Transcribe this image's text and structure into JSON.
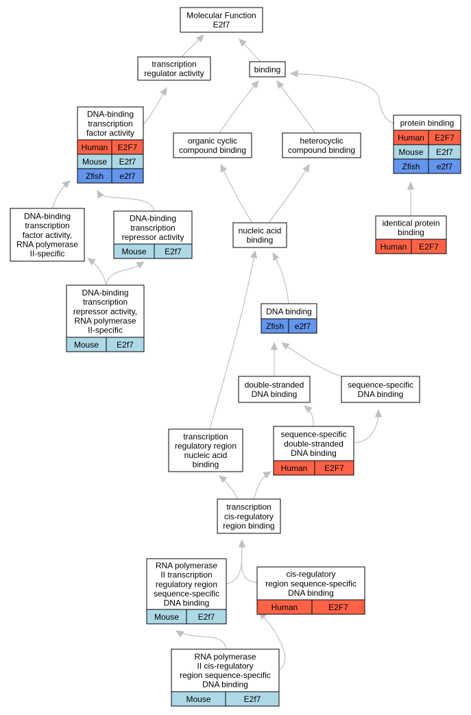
{
  "colors": {
    "human": "#ff6347",
    "mouse": "#add8e6",
    "zfish": "#6495ed",
    "edge": "#c0c0c0",
    "node_border": "#000000",
    "node_fill": "#ffffff"
  },
  "nodes": [
    {
      "id": "mf",
      "lines": [
        "Molecular Function",
        "E2f7"
      ],
      "rows": []
    },
    {
      "id": "trreg",
      "lines": [
        "transcription",
        "regulator activity"
      ],
      "rows": []
    },
    {
      "id": "binding",
      "lines": [
        "binding"
      ],
      "rows": []
    },
    {
      "id": "dbtfa",
      "lines": [
        "DNA-binding",
        "transcription",
        "factor activity"
      ],
      "rows": [
        {
          "species": "Human",
          "gene": "E2F7",
          "color": "human"
        },
        {
          "species": "Mouse",
          "gene": "E2f7",
          "color": "mouse"
        },
        {
          "species": "Zfish",
          "gene": "e2f7",
          "color": "zfish"
        }
      ]
    },
    {
      "id": "ocb",
      "lines": [
        "organic cyclic",
        "compound binding"
      ],
      "rows": []
    },
    {
      "id": "hcb",
      "lines": [
        "heterocyclic",
        "compound binding"
      ],
      "rows": []
    },
    {
      "id": "pb",
      "lines": [
        "protein binding"
      ],
      "rows": [
        {
          "species": "Human",
          "gene": "E2F7",
          "color": "human"
        },
        {
          "species": "Mouse",
          "gene": "E2f7",
          "color": "mouse"
        },
        {
          "species": "Zfish",
          "gene": "e2f7",
          "color": "zfish"
        }
      ]
    },
    {
      "id": "dbtfa2",
      "lines": [
        "DNA-binding",
        "transcription",
        "factor activity,",
        "RNA polymerase",
        "II-specific"
      ],
      "rows": []
    },
    {
      "id": "dbtra",
      "lines": [
        "DNA-binding",
        "transcription",
        "repressor activity"
      ],
      "rows": [
        {
          "species": "Mouse",
          "gene": "E2f7",
          "color": "mouse"
        }
      ]
    },
    {
      "id": "nab",
      "lines": [
        "nucleic acid",
        "binding"
      ],
      "rows": []
    },
    {
      "id": "ipb",
      "lines": [
        "identical protein",
        "binding"
      ],
      "rows": [
        {
          "species": "Human",
          "gene": "E2F7",
          "color": "human"
        }
      ]
    },
    {
      "id": "dbtra2",
      "lines": [
        "DNA-binding",
        "transcription",
        "repressor activity,",
        "RNA polymerase",
        "II-specific"
      ],
      "rows": [
        {
          "species": "Mouse",
          "gene": "E2f7",
          "color": "mouse"
        }
      ]
    },
    {
      "id": "dnab",
      "lines": [
        "DNA binding"
      ],
      "rows": [
        {
          "species": "Zfish",
          "gene": "e2f7",
          "color": "zfish"
        }
      ]
    },
    {
      "id": "dsdb",
      "lines": [
        "double-stranded",
        "DNA binding"
      ],
      "rows": []
    },
    {
      "id": "ssdb",
      "lines": [
        "sequence-specific",
        "DNA binding"
      ],
      "rows": []
    },
    {
      "id": "ssdsdb",
      "lines": [
        "sequence-specific",
        "double-stranded",
        "DNA binding"
      ],
      "rows": [
        {
          "species": "Human",
          "gene": "E2F7",
          "color": "human"
        }
      ]
    },
    {
      "id": "trrnab",
      "lines": [
        "transcription",
        "regulatory region",
        "nucleic acid",
        "binding"
      ],
      "rows": []
    },
    {
      "id": "tcrrb",
      "lines": [
        "transcription",
        "cis-regulatory",
        "region binding"
      ],
      "rows": []
    },
    {
      "id": "rnap2trr",
      "lines": [
        "RNA polymerase",
        "II transcription",
        "regulatory region",
        "sequence-specific",
        "DNA binding"
      ],
      "rows": [
        {
          "species": "Mouse",
          "gene": "E2f7",
          "color": "mouse"
        }
      ]
    },
    {
      "id": "crrssdb",
      "lines": [
        "cis-regulatory",
        "region sequence-specific",
        "DNA binding"
      ],
      "rows": [
        {
          "species": "Human",
          "gene": "E2F7",
          "color": "human"
        }
      ]
    },
    {
      "id": "rnap2crr",
      "lines": [
        "RNA polymerase",
        "II cis-regulatory",
        "region sequence-specific",
        "DNA binding"
      ],
      "rows": [
        {
          "species": "Mouse",
          "gene": "E2f7",
          "color": "mouse"
        }
      ]
    }
  ],
  "edges": [
    [
      "trreg",
      "mf"
    ],
    [
      "binding",
      "mf"
    ],
    [
      "dbtfa",
      "trreg"
    ],
    [
      "ocb",
      "binding"
    ],
    [
      "hcb",
      "binding"
    ],
    [
      "pb",
      "binding"
    ],
    [
      "nab",
      "ocb"
    ],
    [
      "nab",
      "hcb"
    ],
    [
      "ipb",
      "pb"
    ],
    [
      "dbtfa2",
      "dbtfa"
    ],
    [
      "dbtra",
      "dbtfa"
    ],
    [
      "dbtra2",
      "dbtfa2"
    ],
    [
      "dbtra2",
      "dbtra"
    ],
    [
      "dnab",
      "nab"
    ],
    [
      "trrnab",
      "nab"
    ],
    [
      "dsdb",
      "dnab"
    ],
    [
      "ssdb",
      "dnab"
    ],
    [
      "ssdsdb",
      "dsdb"
    ],
    [
      "ssdsdb",
      "ssdb"
    ],
    [
      "tcrrb",
      "trrnab"
    ],
    [
      "tcrrb",
      "ssdsdb"
    ],
    [
      "rnap2trr",
      "tcrrb"
    ],
    [
      "crrssdb",
      "tcrrb"
    ],
    [
      "rnap2crr",
      "rnap2trr"
    ],
    [
      "rnap2crr",
      "crrssdb"
    ]
  ]
}
